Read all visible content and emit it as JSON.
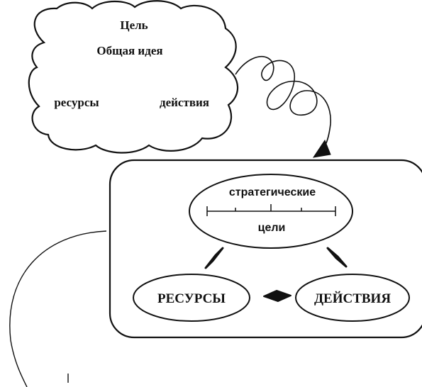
{
  "cloud": {
    "title": "Цель",
    "subtitle": "Общая идея",
    "left_label": "ресурсы",
    "right_label": "действия"
  },
  "box": {
    "top_ellipse_line1": "стратегические",
    "top_ellipse_line2": "цели",
    "left_ellipse": "РЕСУРСЫ",
    "right_ellipse": "ДЕЙСТВИЯ"
  },
  "colors": {
    "ink": "#111111",
    "background": "#ffffff"
  }
}
